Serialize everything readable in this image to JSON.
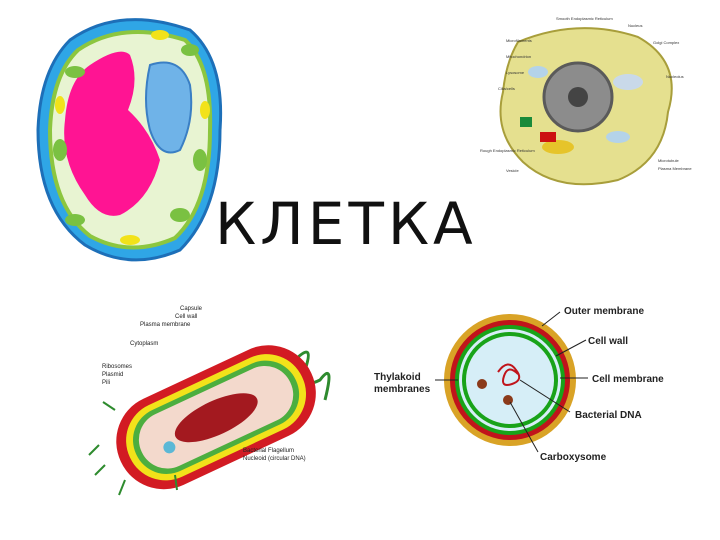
{
  "slide": {
    "title": "КЛЕТКА"
  },
  "animal_cell": {
    "labels": [
      "Smooth Endoplasmic Reticulum",
      "Nucleus",
      "Golgi Complex",
      "Microfilaments",
      "Mitochondrion",
      "Lysosome",
      "Cilia/cells",
      "Nucleolus",
      "Rough Endoplasmic Reticulum",
      "Vesicle",
      "Microtubule",
      "Plasma Membrane"
    ]
  },
  "bacterium": {
    "labels": [
      "Capsule",
      "Cell wall",
      "Plasma membrane",
      "Cytoplasm",
      "Ribosomes",
      "Plasmid",
      "Pili",
      "Bacterial Flagellum",
      "Nucleoid (circular DNA)"
    ]
  },
  "cyanobacterium": {
    "labels": {
      "outer_membrane": "Outer membrane",
      "cell_wall": "Cell wall",
      "cell_membrane": "Cell membrane",
      "bacterial_dna": "Bacterial DNA",
      "carboxysome": "Carboxysome",
      "thylakoid_1": "Thylakoid",
      "thylakoid_2": "membranes"
    }
  },
  "colors": {
    "cell_blue": "#2fa6e6",
    "vacuole_pink": "#ff1493",
    "outer_green": "#19a319",
    "wall_red": "#c0141b",
    "yellow": "#f2e21a"
  }
}
